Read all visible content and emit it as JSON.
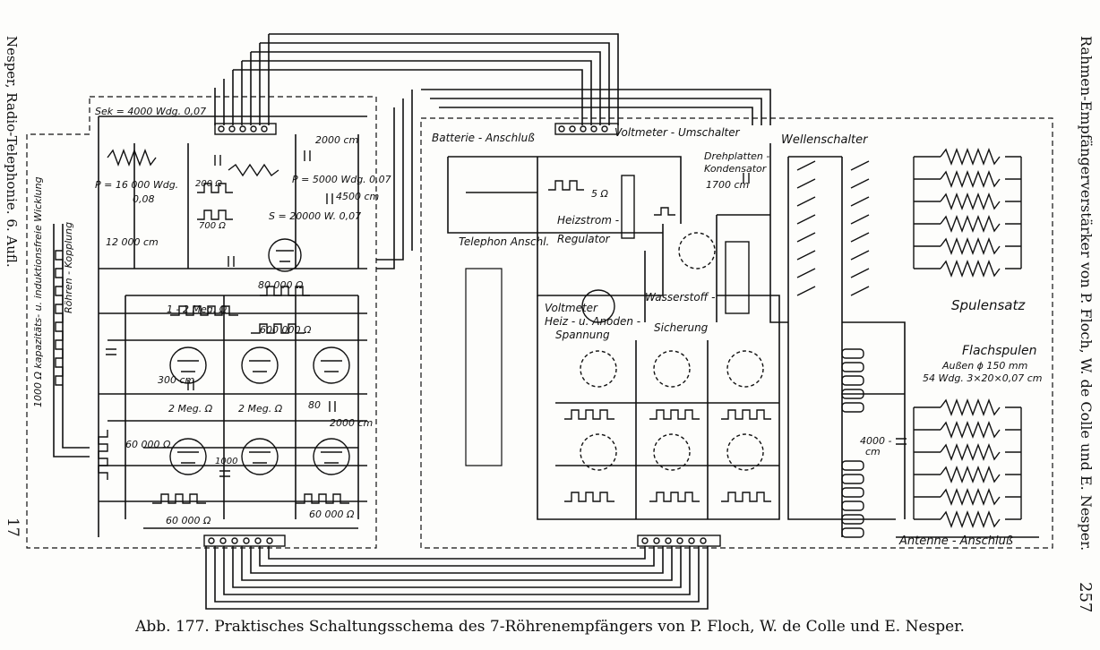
{
  "header": {
    "left_running_head": "Nesper, Radio-Telephonie. 6. Aufl.",
    "left_page_number": "17",
    "right_running_head": "Rahmen-Empfängerverstärker von P. Floch, W. de Colle und E. Nesper.",
    "right_page_number": "257"
  },
  "caption": "Abb. 177. Praktisches Schaltungsschema des 7-Röhrenempfängers von P. Floch, W. de Colle und E. Nesper.",
  "labels": {
    "sek": "Sek = 4000 Wdg. 0,07",
    "p16000": "P = 16 000 Wdg.",
    "p16000b": "0,08",
    "p5000": "P = 5000 Wdg. 0,07",
    "s20000": "S = 20000 W. 0,07",
    "c2000top": "2000 cm",
    "c4500": "4500 cm",
    "r200": "200 Ω",
    "r700": "700 Ω",
    "c12000": "12 000 cm",
    "vertical_left": "1000 Ω kapazitäts- u. induktionsfreie Wicklung",
    "roehren_kopplung": "Röhren - Kopplung",
    "r12meg": "1 - 2 Meg. Ω",
    "r80000": "80 000 Ω",
    "r600000": "600 000 Ω",
    "c300": "300 cm",
    "r2meg_a": "2 Meg. Ω",
    "r2meg_b": "2 Meg. Ω",
    "c80": "80",
    "c2000mid": "2000 cm",
    "r60000a": "60 000 Ω",
    "c1000": "1000",
    "r60000b": "60 000 Ω",
    "r60000c": "60 000 Ω",
    "batterie": "Batterie - Anschluß",
    "voltmeter_umschalter": "Voltmeter - Umschalter",
    "r5": "5 Ω",
    "heizstrom": "Heizstrom -",
    "regulator": "Regulator",
    "telephon": "Telephon Anschl.",
    "voltmeter": "Voltmeter",
    "heiz_anoden": "Heiz - u. Anoden -",
    "spannung": "Spannung",
    "wasserstoff": "Wasserstoff -",
    "sicherung": "Sicherung",
    "drehplatten": "Drehplatten -",
    "kondensator": "Kondensator",
    "c1700": "1700 cm",
    "wellenschalter": "Wellenschalter",
    "spulensatz": "Spulensatz",
    "flachspulen": "Flachspulen",
    "aussen": "Außen ϕ 150 mm",
    "wdg54": "54 Wdg. 3×20×0,07 cm",
    "c4000": "4000 -",
    "c4000b": "cm",
    "antenne": "Antenne - Anschluß"
  }
}
